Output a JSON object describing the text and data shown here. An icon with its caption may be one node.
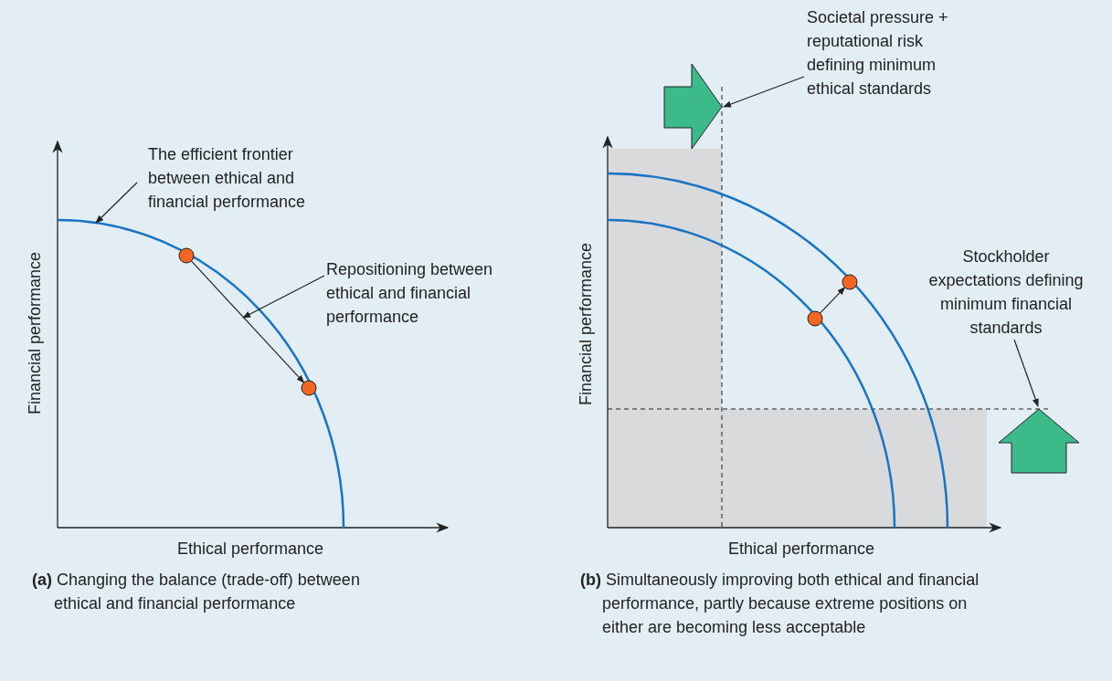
{
  "diagram": {
    "nodes": [
      {
        "text": [
          "The efficient frontier between ethical and financial performance"
        ]
      },
      {
        "text": [
          "Repositioning between ethical and financial performance"
        ]
      },
      {
        "text": [],
        "shape": "circle"
      },
      {
        "text": [],
        "shape": "circle"
      },
      {
        "text": [
          "Societal pressure + reputational risk defining minimum ethical standards"
        ]
      },
      {
        "text": [],
        "shape": "circle"
      },
      {
        "text": [],
        "shape": "circle"
      },
      {
        "text": [
          "Stockholder expectations defining minimum financial standards"
        ]
      }
    ],
    "edges": [
      {
        "from": 0,
        "to": null,
        "arrow": "to"
      },
      {
        "from": 1,
        "to": null,
        "arrow": "to"
      },
      {
        "from": 2,
        "to": 3,
        "arrow": "to"
      },
      {
        "from": 4,
        "to": null,
        "arrow": "to"
      },
      {
        "from": 5,
        "to": 6,
        "arrow": "to"
      },
      {
        "from": 7,
        "to": null,
        "arrow": "to"
      }
    ],
    "labels": [
      "Financial performance",
      "Ethical performance",
      "**(a)** Changing the balance (trade-off) between ethical and financial performance",
      "Financial performance",
      "Ethical performance",
      "**(b)** Simultaneously improving both ethical and financial performance, partly because extreme positions on either are becoming less acceptable"
    ]
  }
}
